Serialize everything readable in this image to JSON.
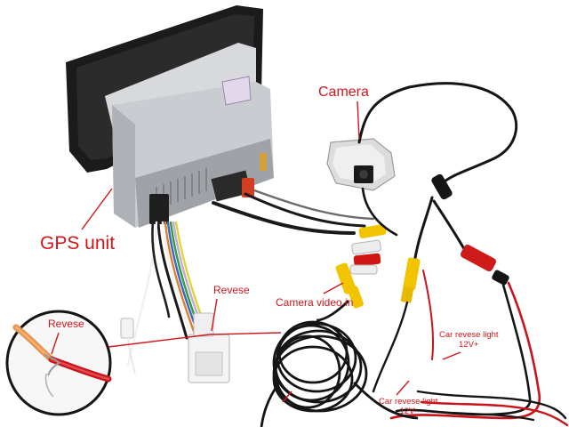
{
  "labels": {
    "camera": "Camera",
    "gps_unit": "GPS unit",
    "revese_wire": "Revese",
    "revese_inset": "Revese",
    "camera_video_in": "Camera video in",
    "car_light_pos_line1": "Car revese light",
    "car_light_pos_line2": "12V+",
    "car_light_neg_line1": "Car revese light",
    "car_light_neg_line2": "12V-"
  },
  "colors": {
    "label_red": "#d0161b",
    "leader_line": "#d0161b",
    "cable_black": "#151515",
    "wire_red": "#c8141a",
    "rca_yellow": "#f2c400",
    "rca_white": "#ededed",
    "rca_red": "#d01515",
    "chassis_silver": "#c9ccd0",
    "screen_black": "#1b1b1b"
  }
}
